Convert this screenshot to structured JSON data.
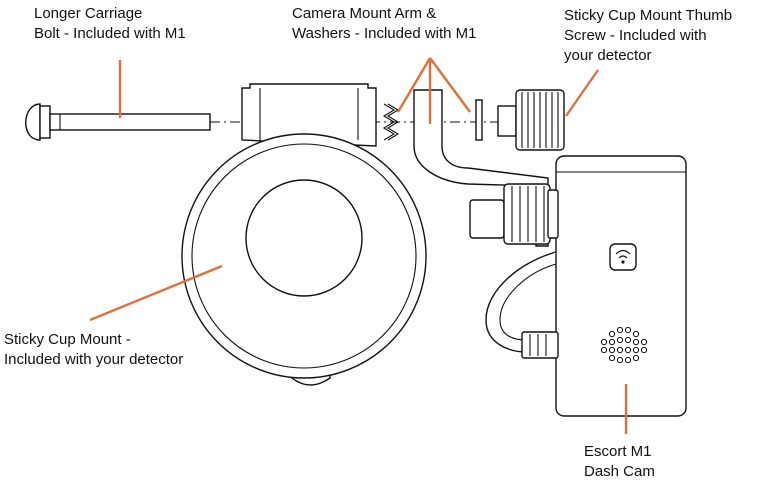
{
  "labels": {
    "bolt": [
      "Longer Carriage",
      "Bolt - Included with M1"
    ],
    "arm": [
      "Camera Mount Arm &",
      "Washers - Included with M1"
    ],
    "thumb": [
      "Sticky Cup Mount Thumb",
      "Screw - Included with",
      "your detector"
    ],
    "cup": [
      "Sticky Cup Mount -",
      "Included with your detector"
    ],
    "cam": [
      "Escort M1",
      "Dash Cam"
    ]
  },
  "colors": {
    "leader": "#e0703a",
    "line": "#111111"
  },
  "icons": {
    "wifi": "wifi-icon",
    "speaker": "speaker-grille-icon"
  }
}
